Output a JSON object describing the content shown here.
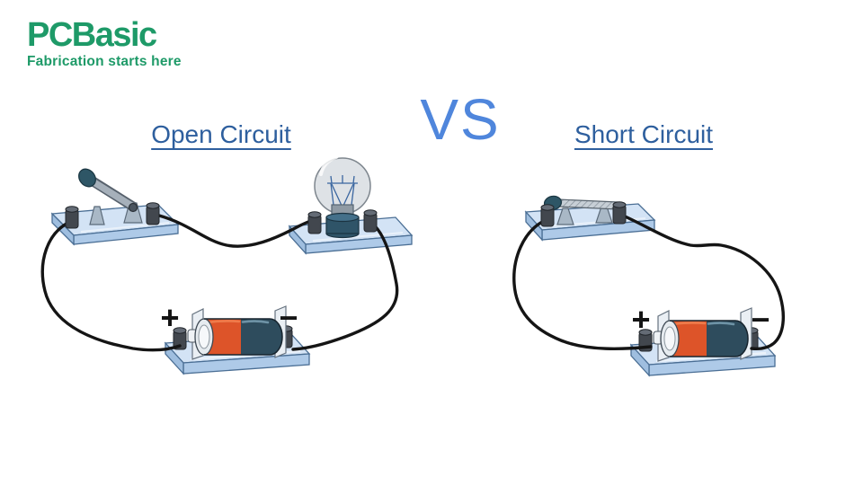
{
  "logo": {
    "brand": "PCBasic",
    "tagline": "Fabrication starts here"
  },
  "header": {
    "left_title": "Open Circuit",
    "vs_label": "VS",
    "right_title": "Short Circuit"
  },
  "colors": {
    "brand_green": "#1E9A68",
    "title_blue": "#2E5F9E",
    "vs_blue": "#4F86DC",
    "platform_top": "#D3E3F5",
    "platform_side": "#AECAE8",
    "battery_orange": "#DD5429",
    "battery_body": "#2E4C5D",
    "switch_knob_teal": "#2E5666",
    "wire": "#151515"
  },
  "left_circuit": {
    "battery_plus": "+",
    "battery_minus": "−",
    "parts": [
      "open knife switch",
      "unlit light bulb",
      "battery cell"
    ]
  },
  "right_circuit": {
    "battery_plus": "+",
    "battery_minus": "−",
    "parts": [
      "closed knife switch",
      "battery cell"
    ]
  }
}
